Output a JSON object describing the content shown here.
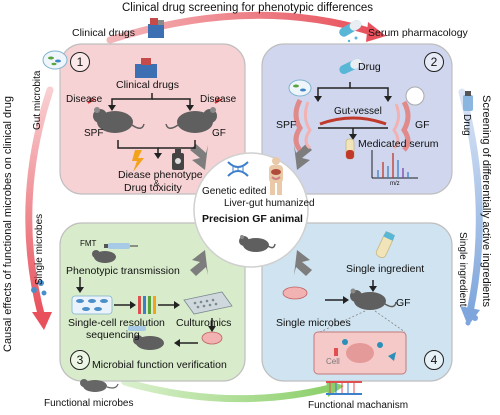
{
  "arcs": {
    "top": "Clinical drug screening for phenotypic differences",
    "right": "Screening of differentially active ingredients",
    "left": "Causal effects of functional microbes on clinical drug"
  },
  "outer_labels": {
    "clinical_drugs": "Clinical drugs",
    "serum_pharmacology": "Serum pharmacology",
    "gut_microbita": "Gut microbita",
    "drug": "Drug",
    "single_microbes": "Single microbes",
    "single_ingredient": "Single ingredient",
    "functional_microbes": "Functional microbes",
    "functional_machanism": "Functional machanism"
  },
  "panel1": {
    "number": "1",
    "clinical_drugs": "Clinical drugs",
    "disease_left": "Disease",
    "disease_right": "Disease",
    "spf": "SPF",
    "gf": "GF",
    "phenotype": "Diease phenotype",
    "amp": "&",
    "toxicity": "Drug toxicity"
  },
  "panel2": {
    "number": "2",
    "drug": "Drug",
    "gut_vessel": "Gut-vessel",
    "spf": "SPF",
    "gf": "GF",
    "medicated_serum": "Medicated serum",
    "mz": "m/z"
  },
  "panel3": {
    "number": "3",
    "fmt": "FMT",
    "phenotypic_transmission": "Phenotypic transmission",
    "single_cell_1": "Single-cell resolution",
    "single_cell_2": "sequencing",
    "culturomics": "Culturomics",
    "verification": "Microbial function verification"
  },
  "panel4": {
    "number": "4",
    "single_ingredient": "Single ingredient",
    "single_microbes": "Single microbes",
    "gf": "GF",
    "cell": "Cell"
  },
  "center": {
    "genetic_edited": "Genetic edited",
    "liver_gut": "Liver-gut humanized",
    "precision": "Precision GF animal"
  },
  "colors": {
    "panel1": "#f7d2d4",
    "panel2": "#cfd6ee",
    "panel3": "#d8eccb",
    "panel4": "#cfe3f0",
    "arc_red": "#e8505b",
    "arc_blue": "#7ea6dc",
    "arc_green": "#8ccf6a"
  }
}
